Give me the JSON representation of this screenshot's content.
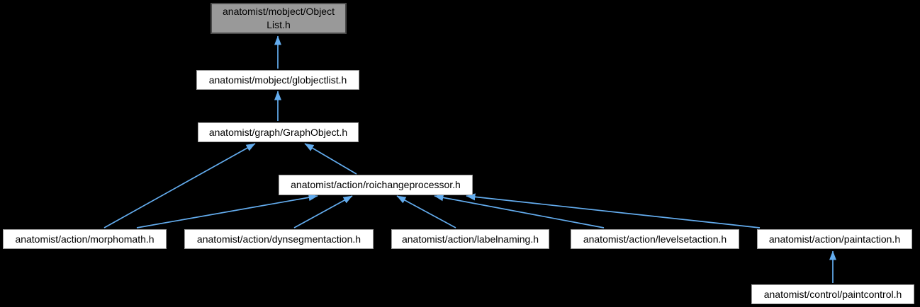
{
  "diagram": {
    "type": "include-dependency-graph",
    "background_color": "#000000",
    "arrow_color": "#63acee",
    "node_fill_color": "#ffffff",
    "node_border_color": "#9a9a9a",
    "highlighted_node_fill_color": "#999999",
    "highlighted_node_border_color": "#4a4a4a",
    "text_color": "#000000",
    "nodes": [
      {
        "id": "objectlist",
        "label": "anatomist/mobject/Object\nList.h",
        "highlighted": true
      },
      {
        "id": "globjectlist",
        "label": "anatomist/mobject/globjectlist.h",
        "highlighted": false
      },
      {
        "id": "graphobject",
        "label": "anatomist/graph/GraphObject.h",
        "highlighted": false
      },
      {
        "id": "roichangeprocessor",
        "label": "anatomist/action/roichangeprocessor.h",
        "highlighted": false
      },
      {
        "id": "morphomath",
        "label": "anatomist/action/morphomath.h",
        "highlighted": false
      },
      {
        "id": "dynsegmentaction",
        "label": "anatomist/action/dynsegmentaction.h",
        "highlighted": false
      },
      {
        "id": "labelnaming",
        "label": "anatomist/action/labelnaming.h",
        "highlighted": false
      },
      {
        "id": "levelsetaction",
        "label": "anatomist/action/levelsetaction.h",
        "highlighted": false
      },
      {
        "id": "paintaction",
        "label": "anatomist/action/paintaction.h",
        "highlighted": false
      },
      {
        "id": "paintcontrol",
        "label": "anatomist/control/paintcontrol.h",
        "highlighted": false
      }
    ],
    "edges": [
      {
        "from": "globjectlist",
        "to": "objectlist"
      },
      {
        "from": "graphobject",
        "to": "globjectlist"
      },
      {
        "from": "morphomath",
        "to": "graphobject"
      },
      {
        "from": "roichangeprocessor",
        "to": "graphobject"
      },
      {
        "from": "morphomath",
        "to": "roichangeprocessor"
      },
      {
        "from": "dynsegmentaction",
        "to": "roichangeprocessor"
      },
      {
        "from": "labelnaming",
        "to": "roichangeprocessor"
      },
      {
        "from": "levelsetaction",
        "to": "roichangeprocessor"
      },
      {
        "from": "paintaction",
        "to": "roichangeprocessor"
      },
      {
        "from": "paintcontrol",
        "to": "paintaction"
      }
    ]
  }
}
